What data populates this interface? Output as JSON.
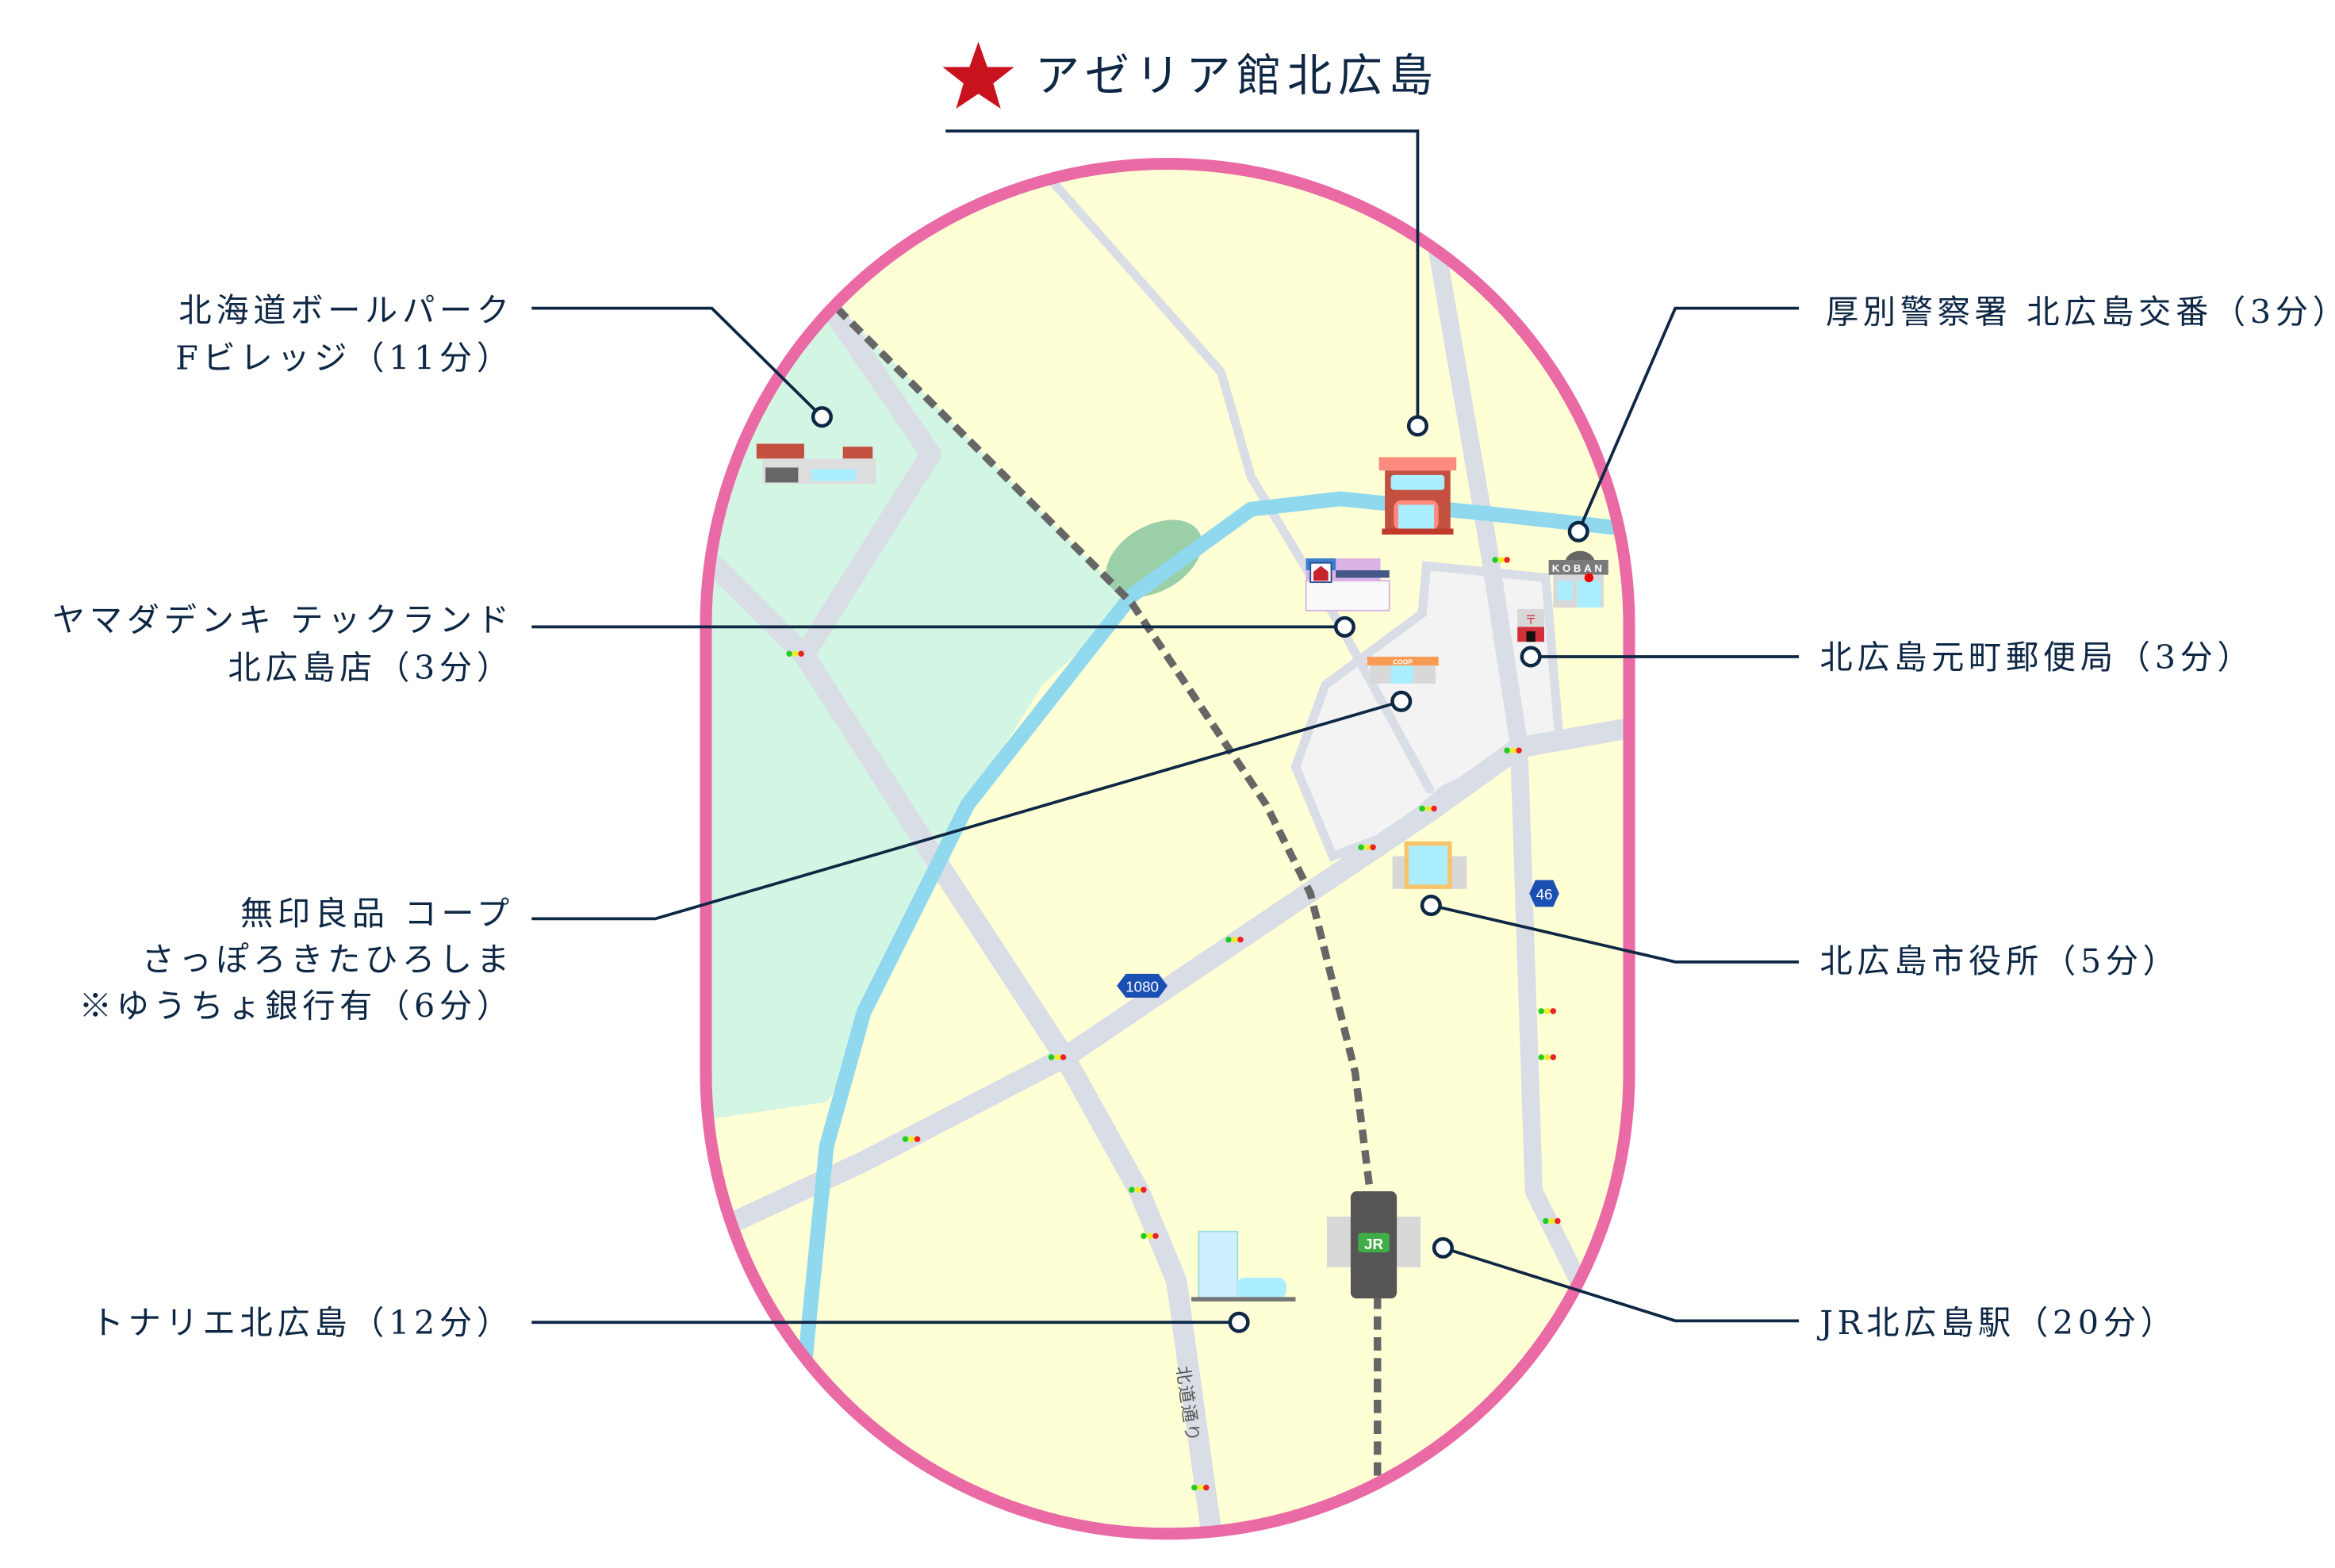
{
  "title": {
    "text": "アゼリア館北広島",
    "icon": "star-icon",
    "color": "#c8121e"
  },
  "left_labels": [
    {
      "id": "ballpark",
      "lines": [
        "北海道ボールパーク",
        "Fビレッジ（11分）"
      ]
    },
    {
      "id": "yamada",
      "lines": [
        "ヤマダデンキ テックランド",
        "北広島店（3分）"
      ]
    },
    {
      "id": "muji-coop",
      "lines": [
        "無印良品 コープ",
        "さっぽろきたひろしま",
        "※ゆうちょ銀行有（6分）"
      ]
    },
    {
      "id": "tonarie",
      "lines": [
        "トナリエ北広島（12分）"
      ]
    }
  ],
  "right_labels": [
    {
      "id": "police",
      "lines": [
        "厚別警察署 北広島交番（3分）"
      ]
    },
    {
      "id": "post",
      "lines": [
        "北広島元町郵便局（3分）"
      ]
    },
    {
      "id": "cityhall",
      "lines": [
        "北広島市役所（5分）"
      ]
    },
    {
      "id": "jr",
      "lines": [
        "JR北広島駅（20分）"
      ]
    }
  ],
  "map": {
    "road_badges": [
      "1080",
      "46"
    ],
    "road_name": "北道通り",
    "coop_sign": "COOP",
    "koban_sign": "KOBAN",
    "jr_sign": "JR",
    "colors": {
      "border": "#e96aa5",
      "land": "#ffffd6",
      "park": "#d3f5e3",
      "river": "#8fd8ee",
      "road": "#d9dee6",
      "rail": "#666666"
    }
  }
}
